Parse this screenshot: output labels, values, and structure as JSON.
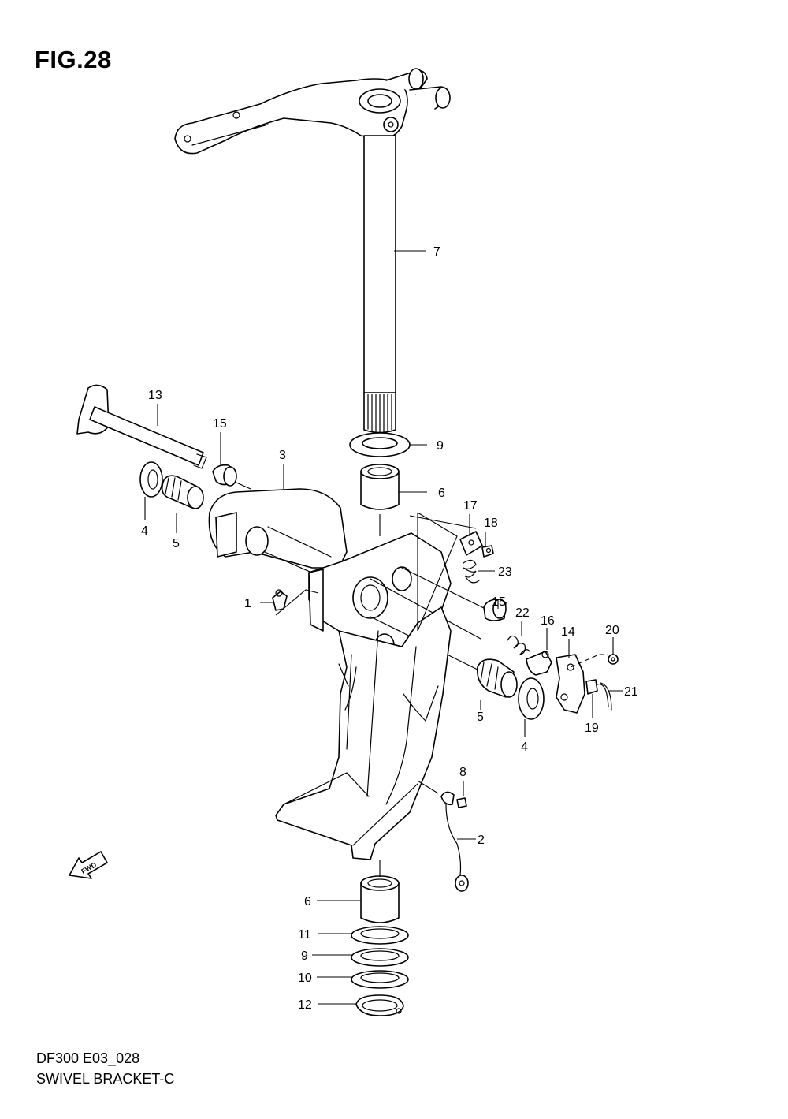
{
  "figure": {
    "title": "FIG.28",
    "model_code": "DF300 E03_028",
    "diagram_name": "SWIVEL BRACKET-C"
  },
  "fwd_badge": "FWD",
  "callouts": [
    {
      "id": "c7",
      "label": "7"
    },
    {
      "id": "c13",
      "label": "13"
    },
    {
      "id": "c15a",
      "label": "15"
    },
    {
      "id": "c3",
      "label": "3"
    },
    {
      "id": "c9a",
      "label": "9"
    },
    {
      "id": "c6a",
      "label": "6"
    },
    {
      "id": "c17",
      "label": "17"
    },
    {
      "id": "c18",
      "label": "18"
    },
    {
      "id": "c4a",
      "label": "4"
    },
    {
      "id": "c5a",
      "label": "5"
    },
    {
      "id": "c23",
      "label": "23"
    },
    {
      "id": "c1",
      "label": "1"
    },
    {
      "id": "c15b",
      "label": "15"
    },
    {
      "id": "c22",
      "label": "22"
    },
    {
      "id": "c16",
      "label": "16"
    },
    {
      "id": "c14",
      "label": "14"
    },
    {
      "id": "c20",
      "label": "20"
    },
    {
      "id": "c21",
      "label": "21"
    },
    {
      "id": "c5b",
      "label": "5"
    },
    {
      "id": "c19",
      "label": "19"
    },
    {
      "id": "c4b",
      "label": "4"
    },
    {
      "id": "c8",
      "label": "8"
    },
    {
      "id": "c2",
      "label": "2"
    },
    {
      "id": "c6b",
      "label": "6"
    },
    {
      "id": "c11",
      "label": "11"
    },
    {
      "id": "c9b",
      "label": "9"
    },
    {
      "id": "c10",
      "label": "10"
    },
    {
      "id": "c12",
      "label": "12"
    }
  ]
}
